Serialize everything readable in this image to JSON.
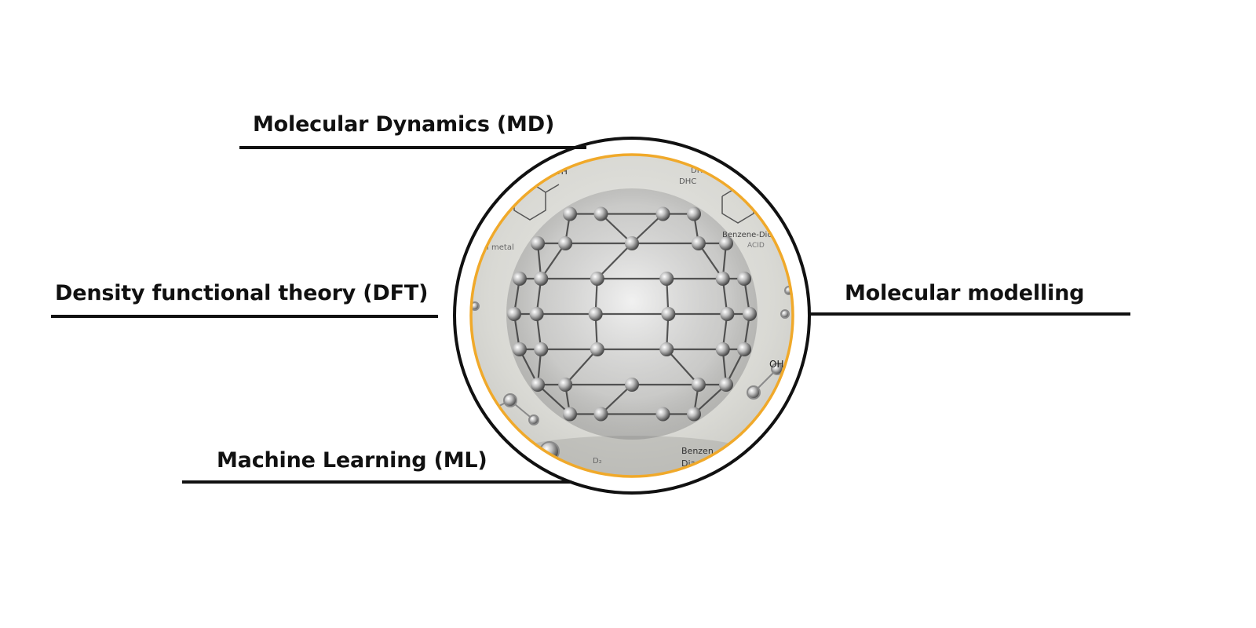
{
  "diagram": {
    "labels": {
      "md": "Molecular Dynamics (MD)",
      "dft": "Density functional theory (DFT)",
      "ml": "Machine Learning (ML)",
      "modelling": "Molecular modelling"
    },
    "image_text": {
      "top_left": "OH",
      "top_right_a": "DH",
      "top_right_b": "DHC",
      "metal": "tal metal",
      "benzene_top": "Benzene-Dic",
      "acid": "ACID",
      "oh_right": "OH",
      "benzene_bottom": "Benzen",
      "di": "Dia",
      "d2": "D₂"
    },
    "colors": {
      "ring_outer": "#111111",
      "ring_inner": "#f0a92a",
      "text": "#111111"
    },
    "icons": {
      "hub": "molecular-cluster-image"
    }
  }
}
